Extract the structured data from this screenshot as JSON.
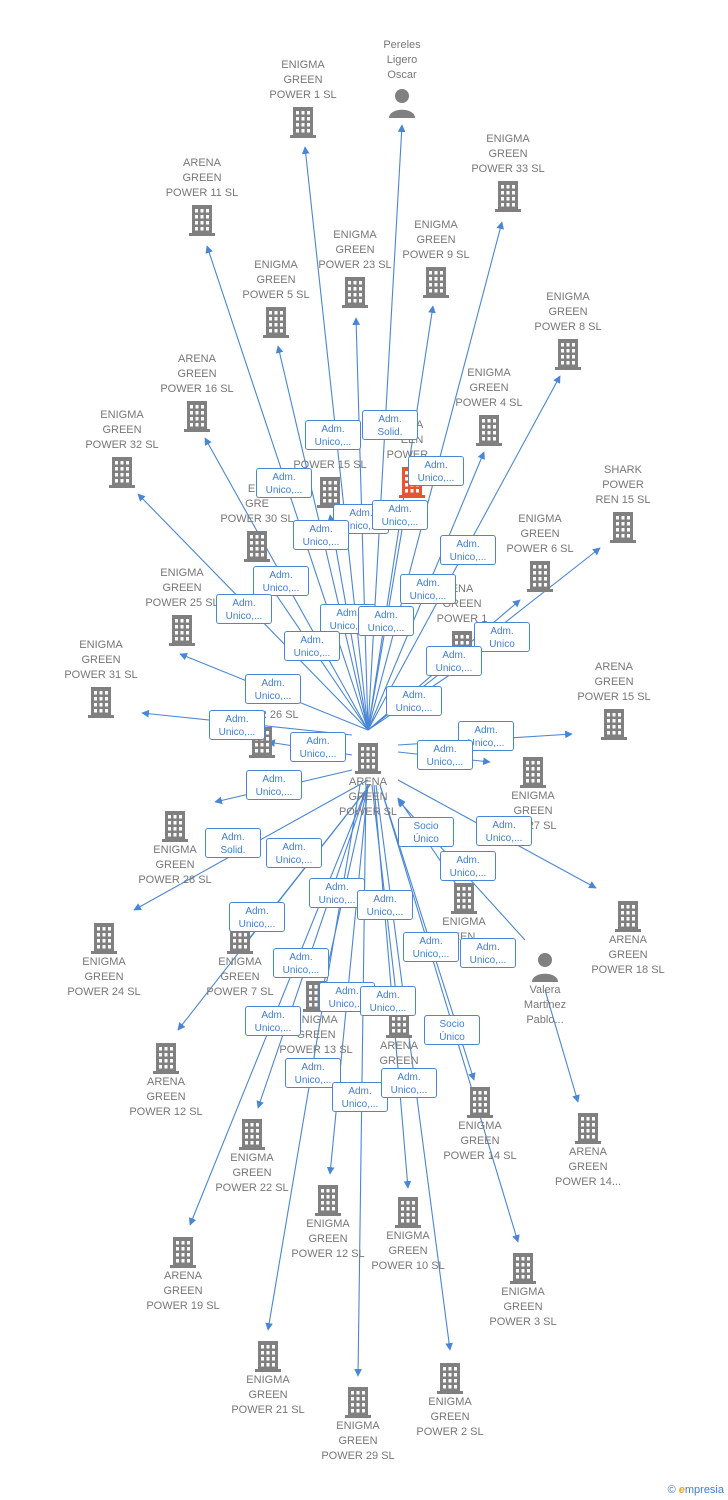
{
  "colors": {
    "edge": "#4a86d6",
    "company": "#808080",
    "highlight": "#e8542f",
    "text": "#777777"
  },
  "nodes": [
    {
      "id": "center",
      "kind": "company",
      "icon": "building-icon",
      "lines": [
        "ARENA",
        "GREEN",
        "POWER  SL"
      ]
    },
    {
      "id": "pereles",
      "kind": "person",
      "icon": "person-icon",
      "lines": [
        "Pereles",
        "Ligero",
        "Oscar"
      ]
    },
    {
      "id": "valera",
      "kind": "person",
      "icon": "person-icon",
      "lines": [
        "Valera",
        "Martinez",
        "Pablo..."
      ]
    },
    {
      "id": "ep1",
      "kind": "company",
      "icon": "building-icon",
      "lines": [
        "ENIGMA",
        "GREEN",
        "POWER 1  SL"
      ]
    },
    {
      "id": "ep33",
      "kind": "company",
      "icon": "building-icon",
      "lines": [
        "ENIGMA",
        "GREEN",
        "POWER 33  SL"
      ]
    },
    {
      "id": "ap11",
      "kind": "company",
      "icon": "building-icon",
      "lines": [
        "ARENA",
        "GREEN",
        "POWER 11  SL"
      ]
    },
    {
      "id": "ep23",
      "kind": "company",
      "icon": "building-icon",
      "lines": [
        "ENIGMA",
        "GREEN",
        "POWER 23  SL"
      ]
    },
    {
      "id": "ep9",
      "kind": "company",
      "icon": "building-icon",
      "lines": [
        "ENIGMA",
        "GREEN",
        "POWER 9  SL"
      ]
    },
    {
      "id": "ep5",
      "kind": "company",
      "icon": "building-icon",
      "lines": [
        "ENIGMA",
        "GREEN",
        "POWER 5  SL"
      ]
    },
    {
      "id": "ep8",
      "kind": "company",
      "icon": "building-icon",
      "lines": [
        "ENIGMA",
        "GREEN",
        "POWER 8  SL"
      ]
    },
    {
      "id": "ap16",
      "kind": "company",
      "icon": "building-icon",
      "lines": [
        "ARENA",
        "GREEN",
        "POWER 16  SL"
      ]
    },
    {
      "id": "ep4",
      "kind": "company",
      "icon": "building-icon",
      "lines": [
        "ENIGMA",
        "GREEN",
        "POWER 4  SL"
      ]
    },
    {
      "id": "ep32",
      "kind": "company",
      "icon": "building-icon",
      "lines": [
        "ENIGMA",
        "GREEN",
        "POWER 32  SL"
      ]
    },
    {
      "id": "ep15",
      "kind": "company",
      "icon": "building-icon",
      "lines": [
        "POWER 15  SL"
      ]
    },
    {
      "id": "ahl",
      "kind": "company",
      "icon": "building-icon",
      "highlight": true,
      "lines": [
        "ENA",
        "EEN",
        "POWER..."
      ]
    },
    {
      "id": "shark",
      "kind": "company",
      "icon": "building-icon",
      "lines": [
        "SHARK",
        "POWER",
        "REN 15  SL"
      ]
    },
    {
      "id": "ep30",
      "kind": "company",
      "icon": "building-icon",
      "lines": [
        "ENI",
        "GRE",
        "POWER 30  SL"
      ]
    },
    {
      "id": "ep6",
      "kind": "company",
      "icon": "building-icon",
      "lines": [
        "ENIGMA",
        "GREEN",
        "POWER 6  SL"
      ]
    },
    {
      "id": "ep25",
      "kind": "company",
      "icon": "building-icon",
      "lines": [
        "ENIGMA",
        "GREEN",
        "POWER 25  SL"
      ]
    },
    {
      "id": "a1x",
      "kind": "company",
      "icon": "building-icon",
      "lines": [
        "ENA",
        "GREEN",
        "POWER 1"
      ]
    },
    {
      "id": "ep31",
      "kind": "company",
      "icon": "building-icon",
      "lines": [
        "ENIGMA",
        "GREEN",
        "POWER 31  SL"
      ]
    },
    {
      "id": "ap15",
      "kind": "company",
      "icon": "building-icon",
      "lines": [
        "ARENA",
        "GREEN",
        "POWER 15  SL"
      ]
    },
    {
      "id": "ep26",
      "kind": "company",
      "icon": "building-icon",
      "lines": [
        "E",
        "G",
        "POWER 26  SL"
      ]
    },
    {
      "id": "ep27",
      "kind": "company",
      "icon": "building-icon",
      "lines": [
        "ENIGMA",
        "GREEN",
        "ER 27  SL"
      ]
    },
    {
      "id": "ep28",
      "kind": "company",
      "icon": "building-icon",
      "lines": [
        "ENIGMA",
        "GREEN",
        "POWER 28  SL"
      ]
    },
    {
      "id": "ap18",
      "kind": "company",
      "icon": "building-icon",
      "lines": [
        "ARENA",
        "GREEN",
        "POWER 18  SL"
      ]
    },
    {
      "id": "ep24",
      "kind": "company",
      "icon": "building-icon",
      "lines": [
        "ENIGMA",
        "GREEN",
        "POWER 24  SL"
      ]
    },
    {
      "id": "ep7",
      "kind": "company",
      "icon": "building-icon",
      "lines": [
        "ENIGMA",
        "GREEN",
        "POWER 7  SL"
      ]
    },
    {
      "id": "eu",
      "kind": "company",
      "icon": "building-icon",
      "lines": [
        "ENIGMA",
        "EEN"
      ]
    },
    {
      "id": "ep13",
      "kind": "company",
      "icon": "building-icon",
      "lines": [
        "ENIGMA",
        "GREEN",
        "POWER 13  SL"
      ]
    },
    {
      "id": "apu",
      "kind": "company",
      "icon": "building-icon",
      "lines": [
        "ARENA",
        "GREEN",
        "POW"
      ]
    },
    {
      "id": "ap12",
      "kind": "company",
      "icon": "building-icon",
      "lines": [
        "ARENA",
        "GREEN",
        "POWER 12  SL"
      ]
    },
    {
      "id": "ep14",
      "kind": "company",
      "icon": "building-icon",
      "lines": [
        "ENIGMA",
        "GREEN",
        "POWER 14  SL"
      ]
    },
    {
      "id": "ap14",
      "kind": "company",
      "icon": "building-icon",
      "lines": [
        "ARENA",
        "GREEN",
        "POWER 14..."
      ]
    },
    {
      "id": "ep22",
      "kind": "company",
      "icon": "building-icon",
      "lines": [
        "ENIGMA",
        "GREEN",
        "POWER 22  SL"
      ]
    },
    {
      "id": "ep12",
      "kind": "company",
      "icon": "building-icon",
      "lines": [
        "ENIGMA",
        "GREEN",
        "POWER 12  SL"
      ]
    },
    {
      "id": "ep10",
      "kind": "company",
      "icon": "building-icon",
      "lines": [
        "ENIGMA",
        "GREEN",
        "POWER 10  SL"
      ]
    },
    {
      "id": "ap19",
      "kind": "company",
      "icon": "building-icon",
      "lines": [
        "ARENA",
        "GREEN",
        "POWER 19  SL"
      ]
    },
    {
      "id": "ep3",
      "kind": "company",
      "icon": "building-icon",
      "lines": [
        "ENIGMA",
        "GREEN",
        "POWER 3  SL"
      ]
    },
    {
      "id": "ep21",
      "kind": "company",
      "icon": "building-icon",
      "lines": [
        "ENIGMA",
        "GREEN",
        "POWER 21  SL"
      ]
    },
    {
      "id": "ep2",
      "kind": "company",
      "icon": "building-icon",
      "lines": [
        "ENIGMA",
        "GREEN",
        "POWER 2  SL"
      ]
    },
    {
      "id": "ep29",
      "kind": "company",
      "icon": "building-icon",
      "lines": [
        "ENIGMA",
        "GREEN",
        "POWER 29  SL"
      ]
    }
  ],
  "badges": [
    [
      "Adm.",
      "Solid."
    ],
    [
      "Adm.",
      "Unico,..."
    ],
    [
      "Adm.",
      "Unico,..."
    ],
    [
      "Adm.",
      "Unico,..."
    ],
    [
      "Adm.",
      "Unico,..."
    ],
    [
      "Adm.",
      "Unico,..."
    ],
    [
      "Adm.",
      "Unico,..."
    ],
    [
      "Adm.",
      "Unico,..."
    ],
    [
      "Adm.",
      "Unico,..."
    ],
    [
      "Adm.",
      "Unico,..."
    ],
    [
      "Adm.",
      "Unico,..."
    ],
    [
      "Adm.",
      "Unico,..."
    ],
    [
      "Adm.",
      "Unico,..."
    ],
    [
      "Adm.",
      "Unico"
    ],
    [
      "Adm.",
      "Unico,..."
    ],
    [
      "Adm.",
      "Unico,..."
    ],
    [
      "Adm.",
      "Unico,..."
    ],
    [
      "Adm.",
      "Unico,..."
    ],
    [
      "Adm.",
      "Unico,..."
    ],
    [
      "Adm.",
      "Unico,..."
    ],
    [
      "Adm.",
      "Unico,..."
    ],
    [
      "Adm.",
      "Unico,..."
    ],
    [
      "Adm.",
      "Unico,..."
    ],
    [
      "Adm.",
      "Unico,..."
    ],
    [
      "Socio",
      "Único"
    ],
    [
      "Adm.",
      "Unico,..."
    ],
    [
      "Adm.",
      "Solid."
    ],
    [
      "Adm.",
      "Unico,..."
    ],
    [
      "Adm.",
      "Unico,..."
    ],
    [
      "Adm.",
      "Unico,..."
    ],
    [
      "Adm.",
      "Unico,..."
    ],
    [
      "Adm.",
      "Unico,..."
    ],
    [
      "Adm.",
      "Unico,..."
    ],
    [
      "Adm.",
      "Unico,..."
    ],
    [
      "Adm.",
      "Unico,..."
    ],
    [
      "Adm.",
      "Unico,..."
    ],
    [
      "Adm.",
      "Unico,..."
    ],
    [
      "Socio",
      "Único"
    ],
    [
      "Adm.",
      "Unico,..."
    ],
    [
      "Adm.",
      "Unico,..."
    ],
    [
      "Adm.",
      "Unico,..."
    ],
    [
      "Adm.",
      "Unico,..."
    ]
  ],
  "footer": {
    "copyright": "©",
    "brand_e": "e",
    "brand_rest": "mpresia"
  }
}
